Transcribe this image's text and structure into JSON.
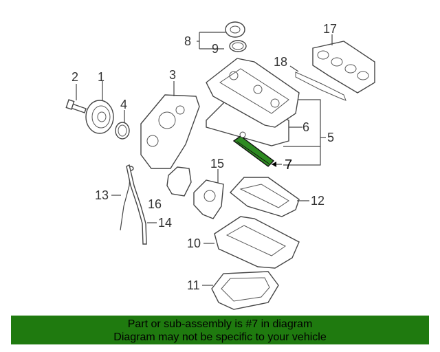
{
  "diagram": {
    "callouts": [
      "1",
      "2",
      "3",
      "4",
      "5",
      "6",
      "7",
      "8",
      "9",
      "10",
      "11",
      "12",
      "13",
      "14",
      "15",
      "16",
      "17",
      "18"
    ],
    "highlight_color": "#2e8b22",
    "highlighted_part": "7"
  },
  "banner": {
    "line1": "Part or sub-assembly is #7 in diagram",
    "line2": "Diagram may not be specific to your vehicle",
    "background": "#1f7a0f"
  }
}
